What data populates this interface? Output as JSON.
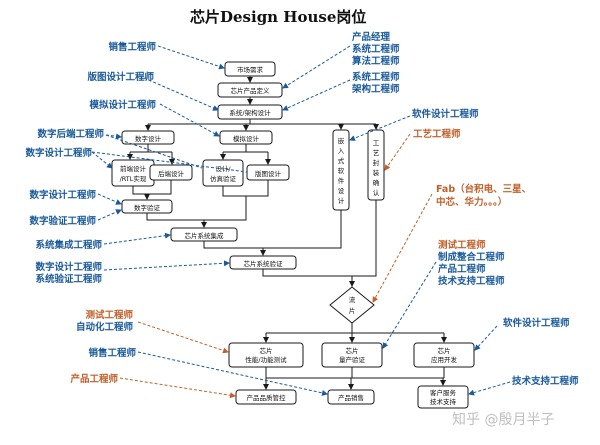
{
  "title": "芯片Design House岗位",
  "watermark": "知乎 @殷月半子",
  "colors": {
    "blue": "#1a5a9a",
    "orange": "#c0602a",
    "line": "#1a1a1a"
  },
  "nodes": {
    "market": "市场需求",
    "def": "芯片产品定义",
    "arch": "系统/架构设计",
    "dig": "数字设计",
    "ana": "模拟设计",
    "fe": [
      "前端设计",
      "/RTL实现"
    ],
    "be": "后端设计",
    "sim": [
      "设计/",
      "仿真验证"
    ],
    "layout": "版图设计",
    "dv": "数字验证",
    "sysint": "芯片系统集成",
    "sysver": "芯片系统验证",
    "emb": [
      "嵌",
      "入",
      "式",
      "软",
      "件",
      "设",
      "计"
    ],
    "pkg": [
      "工",
      "艺",
      "封",
      "装",
      "确",
      "认"
    ],
    "tapeout": [
      "流",
      "片"
    ],
    "perf": [
      "芯片",
      "性能/功能测试"
    ],
    "mp": [
      "芯片",
      "量产验证"
    ],
    "app": [
      "芯片",
      "应用开发"
    ],
    "qc": "产品品质管控",
    "sales": "产品销售",
    "cs": [
      "客户服务",
      "技术支持"
    ]
  },
  "labels": {
    "sales_eng": "销售工程师",
    "layout_eng": "版图设计工程师",
    "analog_eng": "模拟设计工程师",
    "dig_be_eng": "数字后端工程师",
    "dig_eng1": "数字设计工程师",
    "dig_eng2": "数字设计工程师",
    "dv_eng": "数字验证工程师",
    "sysint_eng": "系统集成工程师",
    "sysver_eng": [
      "数字设计工程师",
      "系统验证工程师"
    ],
    "pm_group": [
      "产品经理",
      "系统工程师",
      "算法工程师"
    ],
    "arch_group": [
      "系统工程师",
      "架构工程师"
    ],
    "sw_eng": "软件设计工程师",
    "process_eng": "工艺工程师",
    "fab": [
      "Fab（台积电、三星、",
      "中芯、华力。。。）"
    ],
    "test_group": [
      "测试工程师",
      "制成整合工程师",
      "产品工程师",
      "技术支持工程师"
    ],
    "test_auto": [
      "测试工程师",
      "自动化工程师"
    ],
    "sales_eng2": "销售工程师",
    "product_eng": "产品工程师",
    "sw_eng2": "软件设计工程师",
    "tech_support": "技术支持工程师"
  }
}
